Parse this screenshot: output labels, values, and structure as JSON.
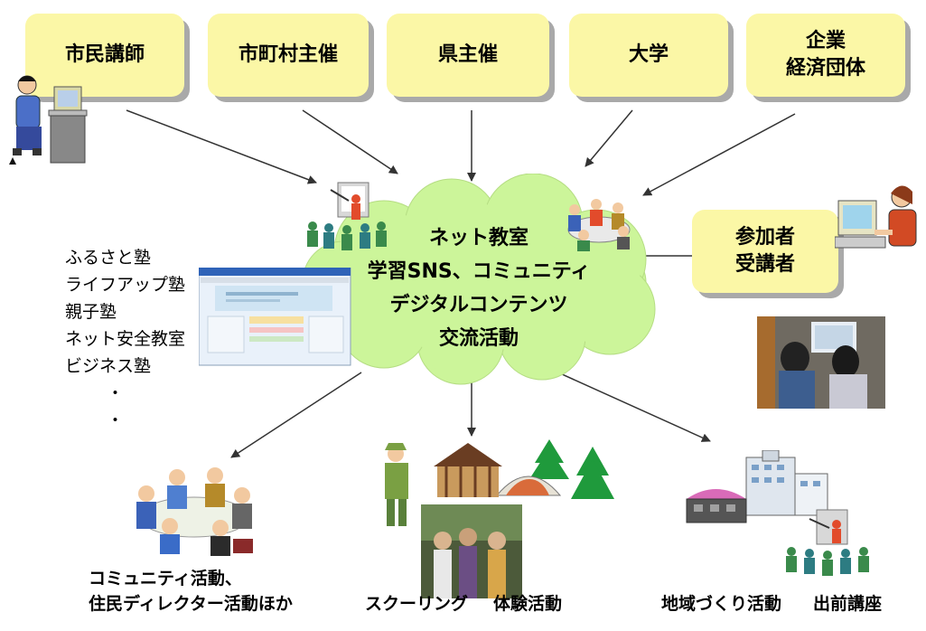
{
  "top_boxes": [
    {
      "lines": [
        "市民講師"
      ]
    },
    {
      "lines": [
        "市町村主催"
      ]
    },
    {
      "lines": [
        "県主催"
      ]
    },
    {
      "lines": [
        "大学"
      ]
    },
    {
      "lines": [
        "企業",
        "経済団体"
      ]
    }
  ],
  "participant_box": {
    "lines": [
      "参加者",
      "受講者"
    ]
  },
  "center_cloud": {
    "lines": [
      "ネット教室",
      "学習SNS、コミュニティ",
      "デジタルコンテンツ",
      "交流活動"
    ]
  },
  "left_list": {
    "items": [
      "ふるさと塾",
      "ライフアップ塾",
      "親子塾",
      "ネット安全教室",
      "ビジネス塾",
      "・",
      "・"
    ]
  },
  "bottom_captions": {
    "community": [
      "コミュニティ活動、",
      "住民ディレクター活動ほか"
    ],
    "schooling": "スクーリング",
    "experience": "体験活動",
    "regional": "地域づくり活動",
    "delivery": "出前講座"
  },
  "colors": {
    "box_fill": "#fbf7a6",
    "cloud_fill": "#ccf59a",
    "arrow": "#333333"
  }
}
